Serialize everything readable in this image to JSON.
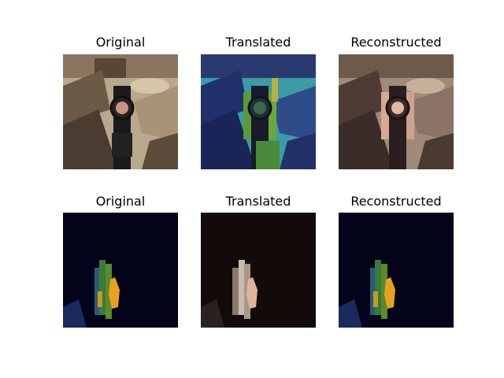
{
  "figure": {
    "rows": [
      {
        "titles": [
          "Original",
          "Translated",
          "Reconstructed"
        ]
      },
      {
        "titles": [
          "Original",
          "Translated",
          "Reconstructed"
        ]
      }
    ]
  },
  "colors": {
    "row1_original_bg": "#b8a78a",
    "row1_translated_bg": "#3a9aa6",
    "row1_reconstructed_bg": "#a08a78",
    "row2_original_bg": "#030319",
    "row2_translated_bg": "#120b0a",
    "row2_reconstructed_bg": "#030319"
  }
}
